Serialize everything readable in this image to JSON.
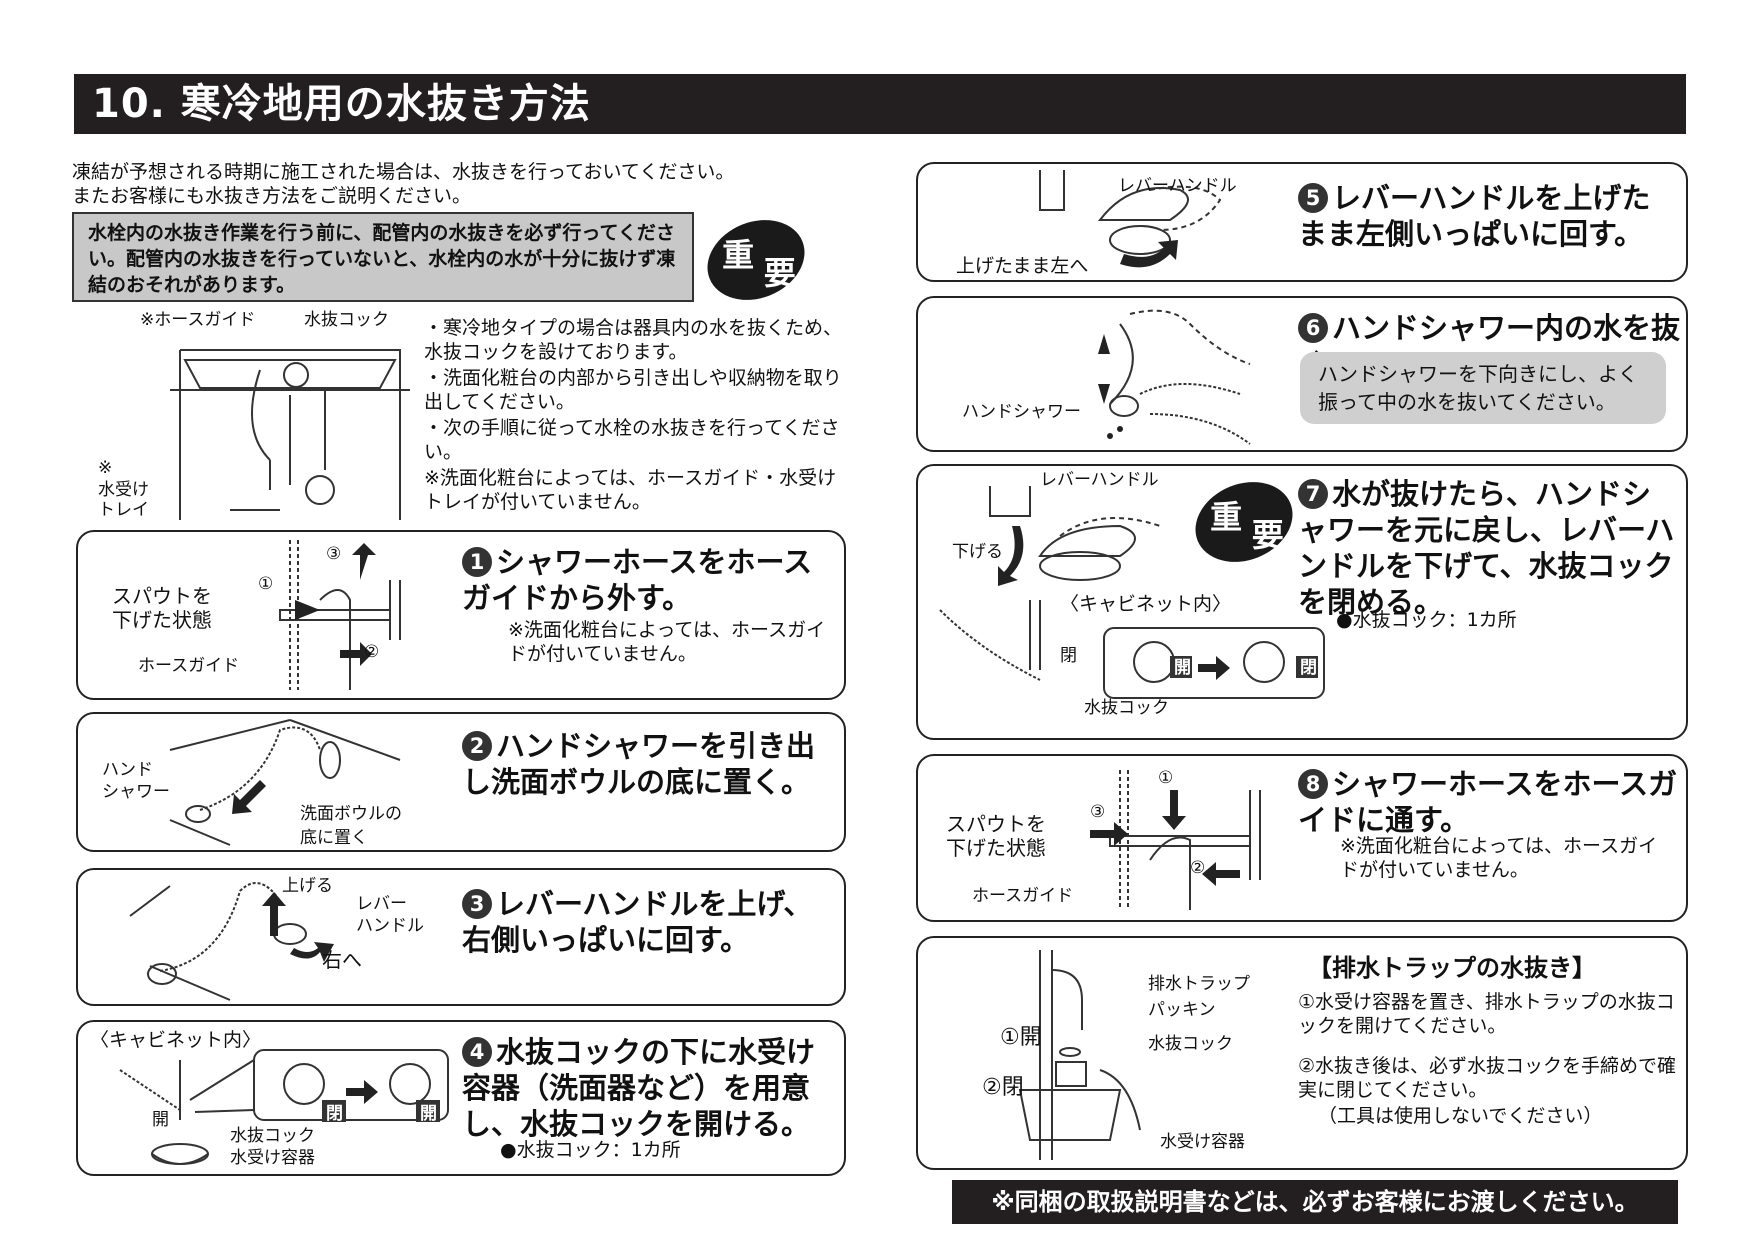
{
  "title": "10. 寒冷地用の水抜き方法",
  "intro": [
    "凍結が予想される時期に施工された場合は、水抜きを行っておいてください。",
    "またお客様にも水抜き方法をご説明ください。"
  ],
  "warning": "水栓内の水抜き作業を行う前に、配管内の水抜きを必ず行ってください。配管内の水抜きを行っていないと、水栓内の水が十分に抜けず凍結のおそれがあります。",
  "badge": {
    "c1": "重",
    "c2": "要"
  },
  "overview": {
    "labels": {
      "hose_guide": "※ホースガイド",
      "drain_cock": "水抜コック",
      "tray_mark": "※",
      "tray1": "水受け",
      "tray2": "トレイ"
    },
    "bullets": [
      "・寒冷地タイプの場合は器具内の水を抜くため、水抜コックを設けております。",
      "・洗面化粧台の内部から引き出しや収納物を取り出してください。",
      "・次の手順に従って水栓の水抜きを行ってください。",
      "※洗面化粧台によっては、ホースガイド・水受けトレイが付いていません。"
    ]
  },
  "steps": [
    {
      "num": "1",
      "text": "シャワーホースをホースガイドから外す。",
      "note": "※洗面化粧台によっては、ホースガイドが付いていません。",
      "labels": {
        "spout1": "スパウトを",
        "spout2": "下げた状態",
        "guide": "ホースガイド",
        "c1": "①",
        "c2": "②",
        "c3": "③"
      }
    },
    {
      "num": "2",
      "text": "ハンドシャワーを引き出し洗面ボウルの底に置く。",
      "labels": {
        "hs1": "ハンド",
        "hs2": "シャワー",
        "bowl1": "洗面ボウルの",
        "bowl2": "底に置く"
      }
    },
    {
      "num": "3",
      "text": "レバーハンドルを上げ、右側いっぱいに回す。",
      "labels": {
        "up": "上げる",
        "lever1": "レバー",
        "lever2": "ハンドル",
        "right": "右へ"
      }
    },
    {
      "num": "4",
      "text": "水抜コックの下に水受け容器（洗面器など）を用意し、水抜コックを開ける。",
      "note": "●水抜コック：1カ所",
      "labels": {
        "cabinet": "〈キャビネット内〉",
        "open": "開",
        "cock": "水抜コック",
        "container": "水受け容器",
        "closed": "閉",
        "opened": "開"
      }
    },
    {
      "num": "5",
      "text": "レバーハンドルを上げたまま左側いっぱいに回す。",
      "labels": {
        "lever": "レバーハンドル",
        "left": "上げたまま左へ"
      }
    },
    {
      "num": "6",
      "text": "ハンドシャワー内の水を抜く。",
      "note": "ハンドシャワーを下向きにし、よく振って中の水を抜いてください。",
      "labels": {
        "hs": "ハンドシャワー"
      }
    },
    {
      "num": "7",
      "text": "水が抜けたら、ハンドシャワーを元に戻し、レバーハンドルを下げて、水抜コックを閉める。",
      "note": "●水抜コック：1カ所",
      "labels": {
        "lever": "レバーハンドル",
        "down": "下げる",
        "cabinet": "〈キャビネット内〉",
        "close": "閉",
        "cock": "水抜コック",
        "opened": "開",
        "closed": "閉"
      }
    },
    {
      "num": "8",
      "text": "シャワーホースをホースガイドに通す。",
      "note": "※洗面化粧台によっては、ホースガイドが付いていません。",
      "labels": {
        "spout1": "スパウトを",
        "spout2": "下げた状態",
        "guide": "ホースガイド",
        "c1": "①",
        "c2": "②",
        "c3": "③"
      }
    }
  ],
  "trap": {
    "title": "【排水トラップの水抜き】",
    "items": [
      "①水受け容器を置き、排水トラップの水抜コックを開けてください。",
      "②水抜き後は、必ず水抜コックを手締めで確実に閉じてください。",
      "（工具は使用しないでください）"
    ],
    "labels": {
      "trap": "排水トラップ",
      "packing": "パッキン",
      "cock": "水抜コック",
      "container": "水受け容器",
      "open": "①開",
      "close": "②閉"
    }
  },
  "footer": "※同梱の取扱説明書などは、必ずお客様にお渡しください。"
}
